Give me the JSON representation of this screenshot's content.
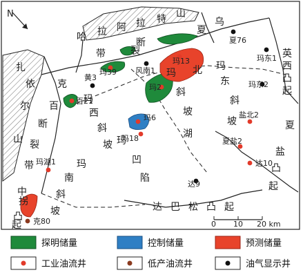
{
  "north_label": "N",
  "colors": {
    "proven": "#1f8a3b",
    "controlled": "#2f7fc4",
    "predicted": "#e8432b",
    "well_red": "#e23a2a",
    "well_brown": "#8b3a1f",
    "well_black": "#111111",
    "hatch": "#777777",
    "line": "#222222"
  },
  "region_chars": [
    {
      "text": "哈"
    },
    {
      "text": "拉"
    },
    {
      "text": "阿"
    },
    {
      "text": "拉"
    },
    {
      "text": "特"
    },
    {
      "text": "山"
    },
    {
      "text": "夏"
    },
    {
      "text": "乌"
    },
    {
      "text": "断"
    },
    {
      "text": "裂"
    },
    {
      "text": "带"
    },
    {
      "text": "英"
    },
    {
      "text": "西"
    },
    {
      "text": "凸"
    },
    {
      "text": "起"
    },
    {
      "text": "扎"
    },
    {
      "text": "依"
    },
    {
      "text": "尔"
    },
    {
      "text": "山"
    },
    {
      "text": "克"
    },
    {
      "text": "百"
    },
    {
      "text": "断"
    },
    {
      "text": "裂"
    },
    {
      "text": "带"
    },
    {
      "text": "玛"
    },
    {
      "text": "北"
    },
    {
      "text": "斜"
    },
    {
      "text": "坡"
    },
    {
      "text": "玛"
    },
    {
      "text": "东"
    },
    {
      "text": "斜"
    },
    {
      "text": "坡"
    },
    {
      "text": "玛"
    },
    {
      "text": "西"
    },
    {
      "text": "斜"
    },
    {
      "text": "坡"
    },
    {
      "text": "湖"
    },
    {
      "text": "玛"
    },
    {
      "text": "南"
    },
    {
      "text": "斜"
    },
    {
      "text": "坡"
    },
    {
      "text": "玛"
    },
    {
      "text": "凹"
    },
    {
      "text": "陷"
    },
    {
      "text": "夏"
    },
    {
      "text": "盐"
    },
    {
      "text": "凸"
    },
    {
      "text": "起"
    },
    {
      "text": "中"
    },
    {
      "text": "拐"
    },
    {
      "text": "凸"
    },
    {
      "text": "起"
    },
    {
      "text": "达"
    },
    {
      "text": "巴"
    },
    {
      "text": "松"
    },
    {
      "text": "凸"
    },
    {
      "text": "起"
    }
  ],
  "wells": [
    {
      "name": "夏76",
      "type": "oil_gas_show"
    },
    {
      "name": "玛东1",
      "type": "oil_gas_show"
    },
    {
      "name": "玛东2",
      "type": "oil_gas_show"
    },
    {
      "name": "玛13",
      "type": "industrial"
    },
    {
      "name": "玛39",
      "type": "industrial"
    },
    {
      "name": "风南1",
      "type": "oil_gas_show"
    },
    {
      "name": "黄3",
      "type": "oil_gas_show"
    },
    {
      "name": "百21",
      "type": "industrial"
    },
    {
      "name": "玛2",
      "type": "industrial"
    },
    {
      "name": "玛6",
      "type": "industrial"
    },
    {
      "name": "玛18",
      "type": "industrial"
    },
    {
      "name": "盐北2",
      "type": "industrial"
    },
    {
      "name": "夏盐2",
      "type": "industrial"
    },
    {
      "name": "达10",
      "type": "industrial"
    },
    {
      "name": "玛湖1",
      "type": "industrial"
    },
    {
      "name": "达9",
      "type": "oil_gas_show"
    },
    {
      "name": "克80",
      "type": "low_yield"
    }
  ],
  "scale": {
    "ticks": [
      "0",
      "10",
      "20 km"
    ]
  },
  "legend": {
    "proven": "探明储量",
    "controlled": "控制储量",
    "predicted": "预测储量",
    "industrial": "工业油流井",
    "low_yield": "低产油流井",
    "oil_gas_show": "油气显示井"
  }
}
